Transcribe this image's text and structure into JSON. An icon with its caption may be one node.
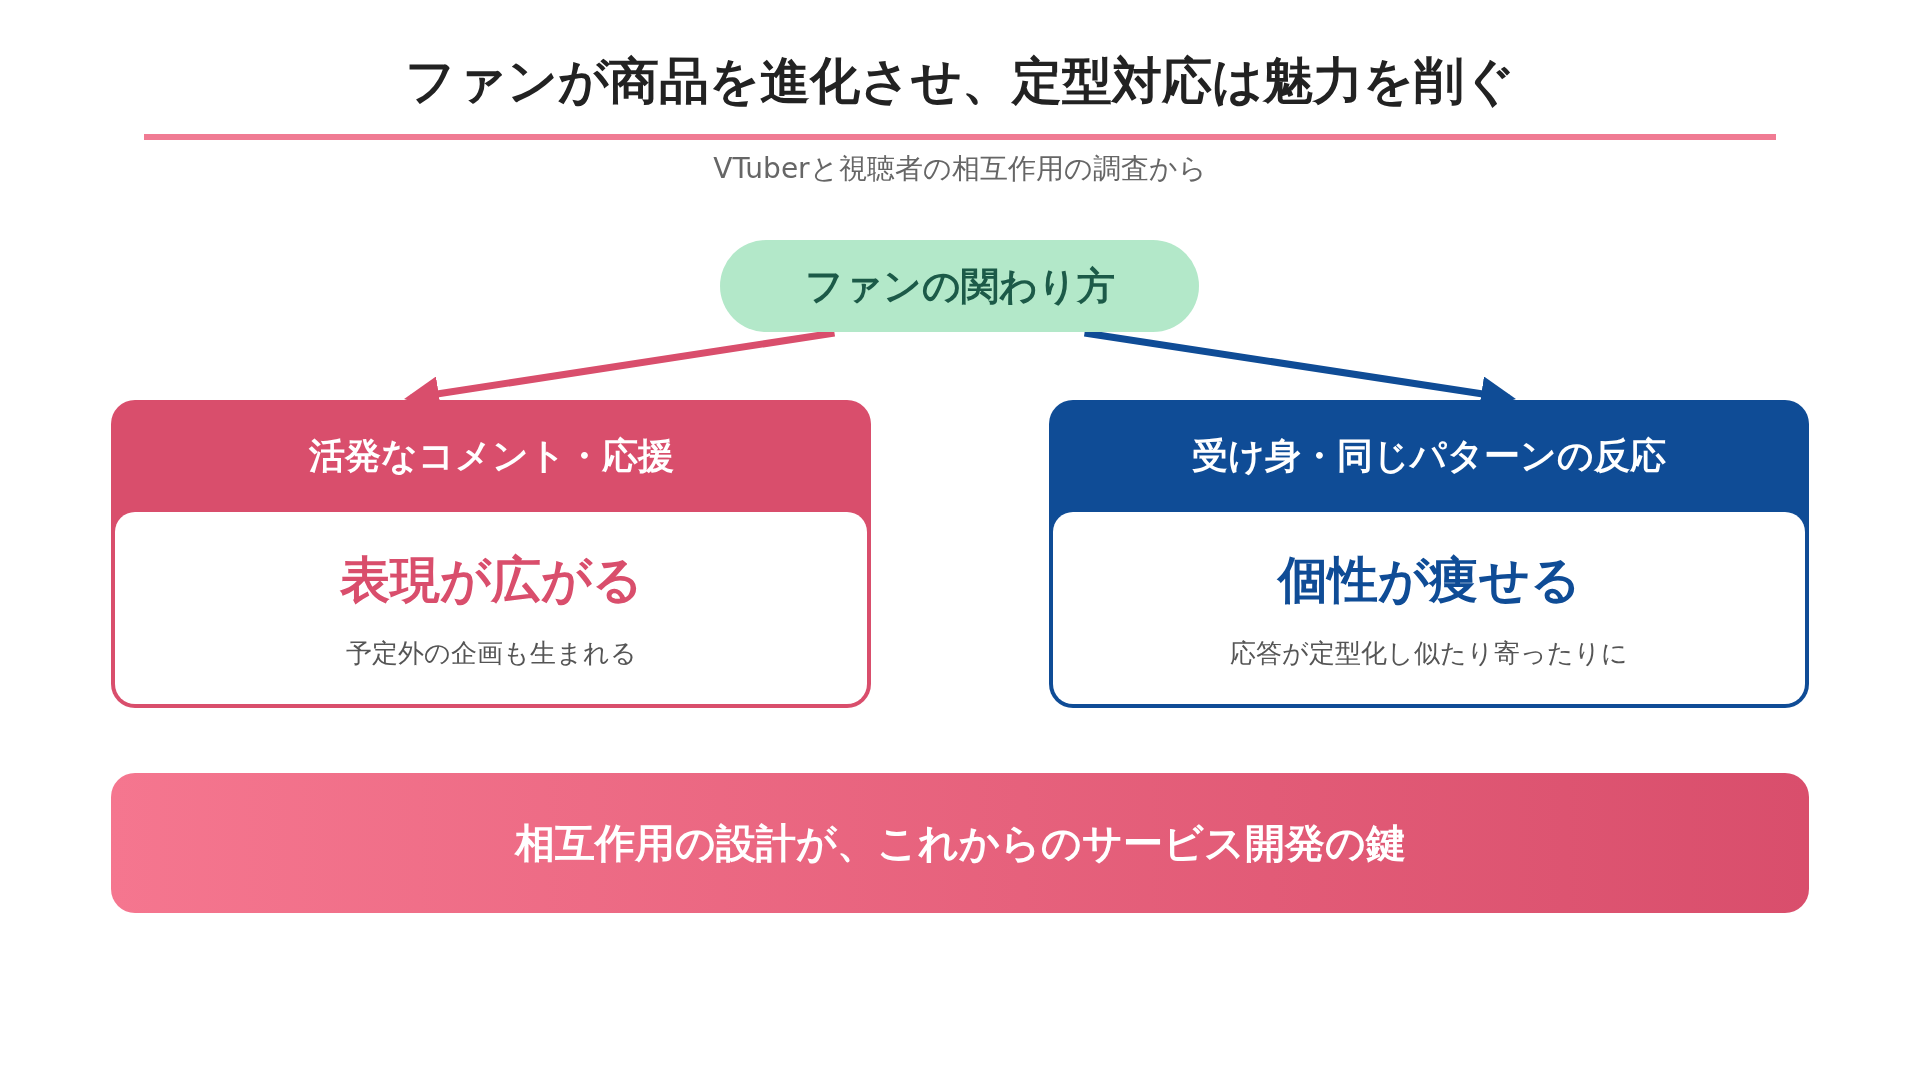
{
  "diagram": {
    "title": "ファンが商品を進化させ、定型対応は魅力を削ぐ",
    "caption": "VTuberと視聴者の相互作用の調査から",
    "nodes": [
      {
        "text": [
          "ファンの関わり方"
        ]
      },
      {
        "text": [
          "活発なコメント・応援",
          "表現が広がる",
          "予定外の企画も生まれる"
        ]
      },
      {
        "text": [
          "受け身・同じパターンの反応",
          "個性が痩せる",
          "応答が定型化し似たり寄ったりに"
        ]
      },
      {
        "text": [
          "相互作用の設計が、これからのサービス開発の鍵"
        ]
      }
    ],
    "edges": [
      {
        "from": 0,
        "to": 1,
        "arrow": "to",
        "color": "#d94e6c"
      },
      {
        "from": 0,
        "to": 2,
        "arrow": "to",
        "color": "#0f4c96"
      }
    ]
  }
}
